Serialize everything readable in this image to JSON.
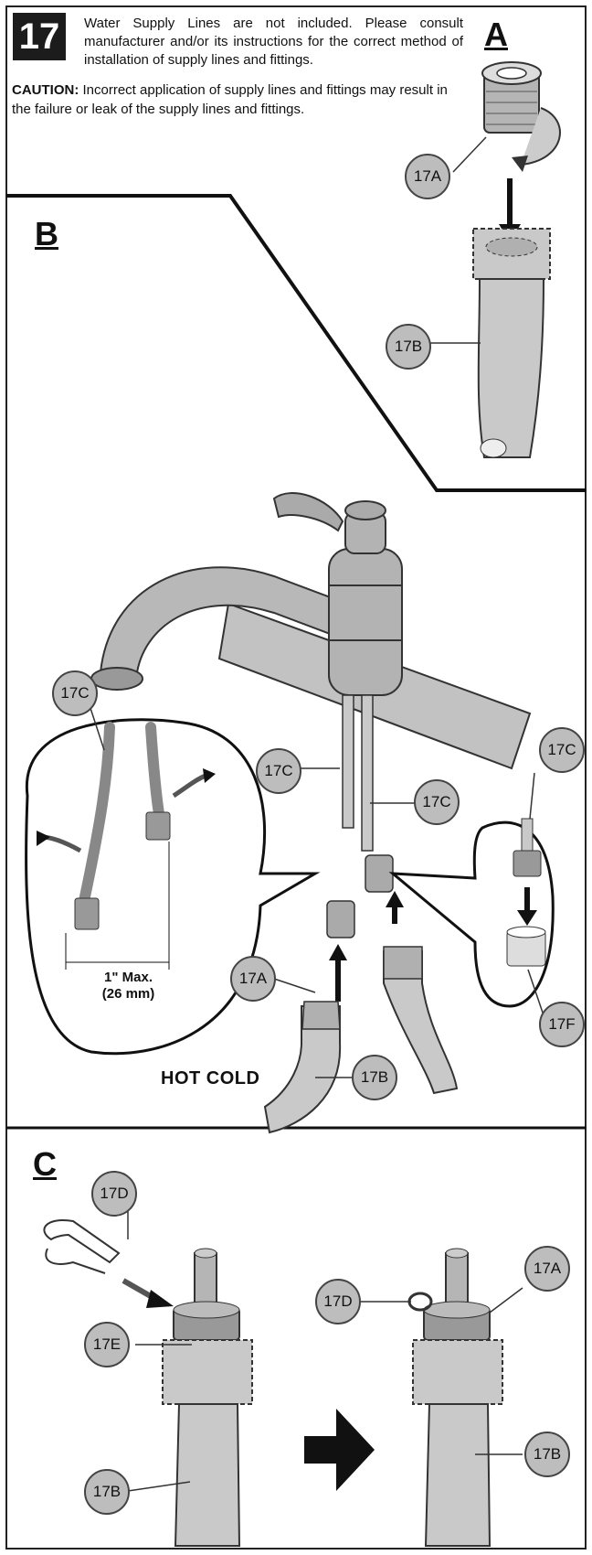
{
  "step": {
    "number": "17"
  },
  "intro_text": "Water Supply Lines are not included. Please consult manufacturer and/or its instructions for the correct method of installation of supply lines and fittings.",
  "caution": {
    "label": "CAUTION:",
    "text": " Incorrect application of supply lines and fittings may result in the failure or leak of the supply lines and fittings."
  },
  "sections": {
    "a": "A",
    "b": "B",
    "c": "C"
  },
  "callouts": {
    "a_17a": "17A",
    "a_17b": "17B",
    "b_17c_left": "17C",
    "b_17c_mid1": "17C",
    "b_17c_mid2": "17C",
    "b_17c_right": "17C",
    "b_17a": "17A",
    "b_17b": "17B",
    "b_17f": "17F",
    "c_17d_left": "17D",
    "c_17e": "17E",
    "c_17b_left": "17B",
    "c_17d_right": "17D",
    "c_17a": "17A",
    "c_17b_right": "17B"
  },
  "measure": {
    "line1": "1\" Max.",
    "line2": "(26 mm)"
  },
  "hot_cold": "HOT COLD",
  "colors": {
    "hose": "#c9c9c9",
    "metal": "#a8a8a8",
    "dark": "#1c1c1c",
    "callout": "#bdbdbd"
  }
}
